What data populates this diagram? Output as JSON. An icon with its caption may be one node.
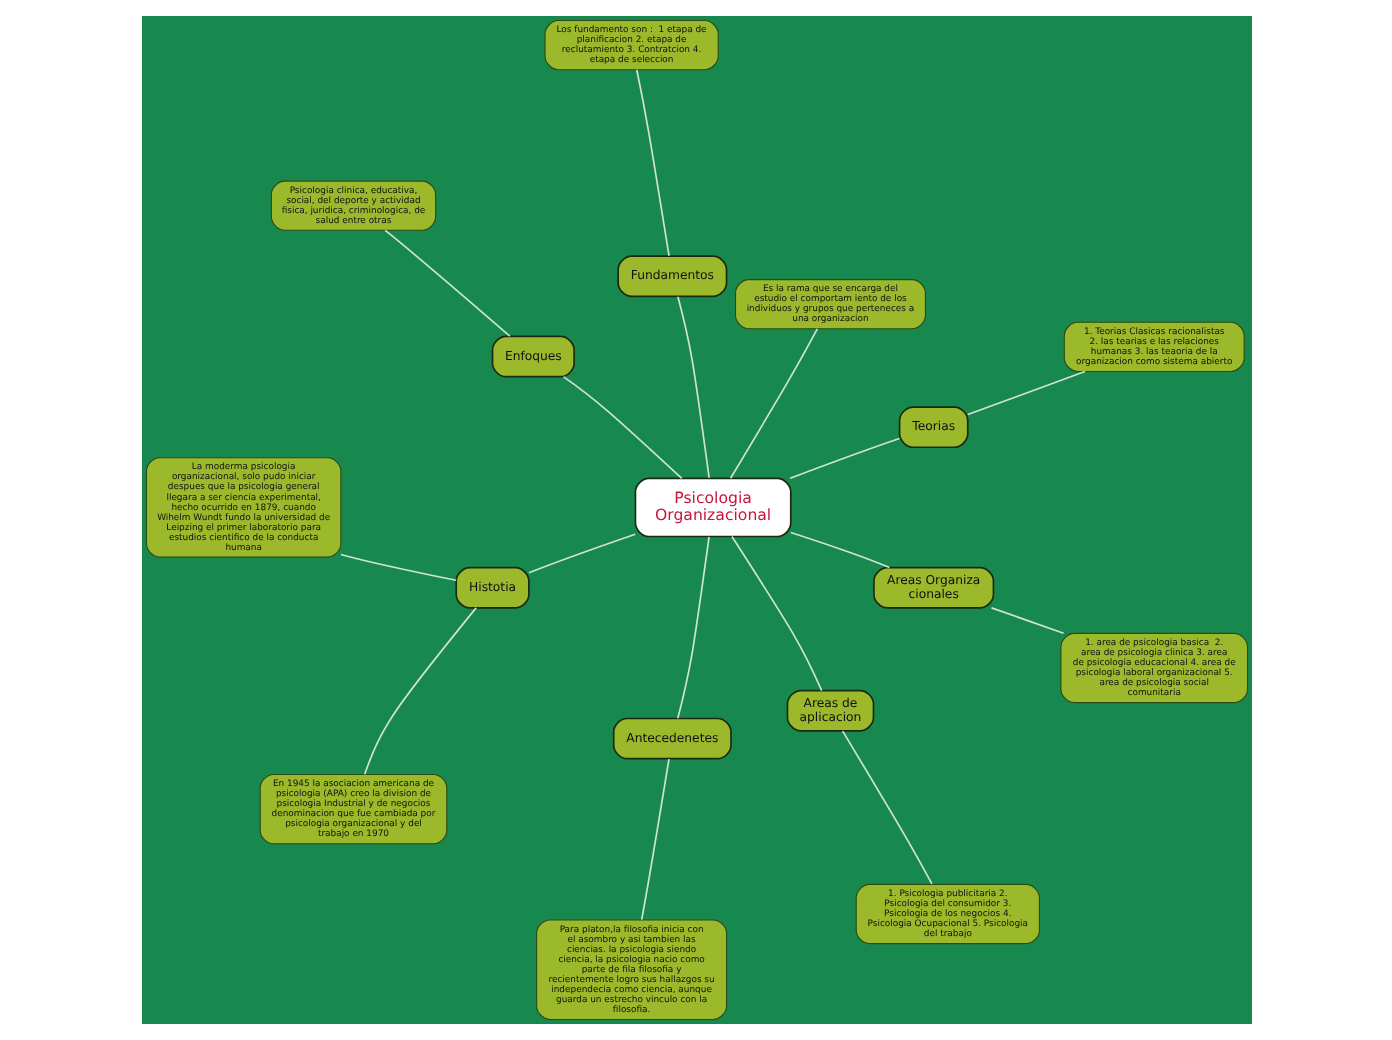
{
  "diagram": {
    "nodes": [
      {
        "text": [
          "Psicologia Organizacional"
        ]
      },
      {
        "text": [
          "Teorias"
        ]
      },
      {
        "text": [
          "1. Teorias Clasicas racionalistas  2. las tearias e las relaciones humanas 3. las teaoria de la organizacion como sistema abierto"
        ]
      },
      {
        "text": [
          "Es la rama que se encarga del estudio el comportam iento de los individuos y grupos que perteneces a una organizacion"
        ]
      },
      {
        "text": [
          "Fundamentos"
        ]
      },
      {
        "text": [
          "Los fundamento son :  1 etapa de planificacion 2. etapa de reclutamiento 3. Contratcion 4. etapa de seleccion"
        ]
      },
      {
        "text": [
          "Enfoques"
        ]
      },
      {
        "text": [
          "Psicologia clinica, educativa, social, del deporte y actividad fisica, juridica, criminologica, de salud entre otras"
        ]
      },
      {
        "text": [
          "Histotia"
        ]
      },
      {
        "text": [
          "La moderma psicologia organizacional, solo pudo iniciar despues que la psicologia general llegara a ser ciencia experimental, hecho ocurrido en 1879, cuando Wihelm Wundt fundo la universidad de Leipzing el primer laboratorio para estudios cientifico de la conducta humana"
        ]
      },
      {
        "text": [
          "En 1945 la asociacion americana de psicologia (APA) creo la division de psicologia Industrial y de negocios denominacion que fue cambiada por psicologia organizacional y del trabajo en 1970"
        ]
      },
      {
        "text": [
          "Antecedenetes"
        ]
      },
      {
        "text": [
          "Para platon,la filosofia inicia con el asombro y asi tambien las ciencias. la psicologia siendo ciencia, la psicologia nacio como parte de fila filosofia y recientemente logro sus hallazgos su independecia como ciencia, aunque guarda un estrecho vinculo con la filosofia."
        ]
      },
      {
        "text": [
          "Areas de aplicacion"
        ]
      },
      {
        "text": [
          "1. Psicologia publicitaria 2. Psicologia del consumidor 3. Psicologia de los negocios 4. Psicologia Ocupacional 5. Psicologia del trabajo"
        ]
      },
      {
        "text": [
          "Areas Organizacionales"
        ]
      },
      {
        "text": [
          "1. area de psicologia basica  2. area de psicologia clinica 3. area de psicologia educacional 4. area de psicologia laboral organizacional 5. area de psicologia social comunitaria"
        ]
      }
    ],
    "edges": [
      {
        "from": 0,
        "to": 1,
        "arrow": "none"
      },
      {
        "from": 1,
        "to": 2,
        "arrow": "none"
      },
      {
        "from": 0,
        "to": 3,
        "arrow": "none"
      },
      {
        "from": 0,
        "to": 4,
        "arrow": "none"
      },
      {
        "from": 4,
        "to": 5,
        "arrow": "none"
      },
      {
        "from": 0,
        "to": 6,
        "arrow": "none"
      },
      {
        "from": 6,
        "to": 7,
        "arrow": "none"
      },
      {
        "from": 0,
        "to": 8,
        "arrow": "none"
      },
      {
        "from": 8,
        "to": 9,
        "arrow": "none"
      },
      {
        "from": 8,
        "to": 10,
        "arrow": "none"
      },
      {
        "from": 0,
        "to": 11,
        "arrow": "none"
      },
      {
        "from": 11,
        "to": 12,
        "arrow": "none"
      },
      {
        "from": 0,
        "to": 13,
        "arrow": "none"
      },
      {
        "from": 13,
        "to": 14,
        "arrow": "none"
      },
      {
        "from": 0,
        "to": 15,
        "arrow": "none"
      },
      {
        "from": 15,
        "to": 16,
        "arrow": "none"
      }
    ]
  }
}
